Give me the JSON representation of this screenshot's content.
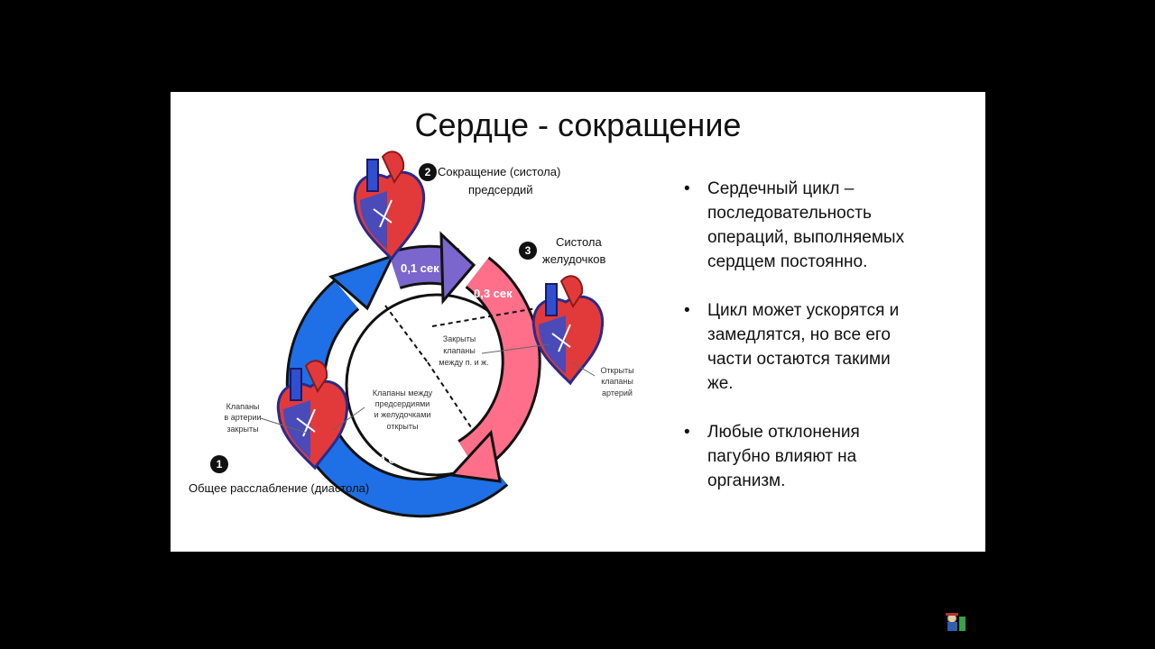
{
  "slide": {
    "title": "Сердце - сокращение"
  },
  "diagram": {
    "colors": {
      "blue": "#1f6fe6",
      "purple": "#7a66cc",
      "pink": "#ff6f8a"
    },
    "phase1": {
      "number": "1",
      "label": "Общее расслабление (диастола)"
    },
    "phase2": {
      "number": "2",
      "label_line1": "Сокращение (систола)",
      "label_line2": "предсердий"
    },
    "phase3": {
      "number": "3",
      "label_line1": "Систола",
      "label_line2": "желудочков"
    },
    "durations": {
      "d01": "0,1 сек",
      "d03": "0,3 сек",
      "d04": "0,4 сек"
    },
    "notes": {
      "closed_av": [
        "Закрыты",
        "клапаны",
        "между п. и ж."
      ],
      "open_av": [
        "Клапаны между",
        "предсердиями",
        "и желудочками",
        "открыты"
      ],
      "arterial_closed": [
        "Клапаны",
        "в артерии",
        "закрыты"
      ],
      "arterial_open": [
        "Открыты",
        "клапаны",
        "артерий"
      ]
    }
  },
  "bullets": [
    {
      "lines": [
        "Сердечный цикл –",
        "последовательность",
        "операций, выполняемых",
        "сердцем постоянно."
      ]
    },
    {
      "lines": [
        "Цикл может ускорятся и",
        "замедлятся, но все его",
        "части остаются такими",
        "же."
      ]
    },
    {
      "lines": [
        "Любые отклонения",
        "пагубно влияют на",
        "организм."
      ]
    }
  ],
  "bullet_symbol": "•"
}
